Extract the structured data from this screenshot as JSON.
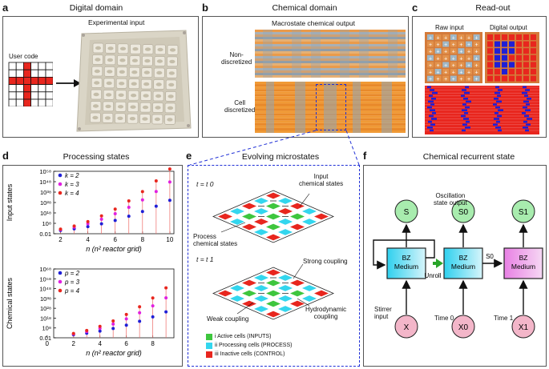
{
  "panels": {
    "a": {
      "label": "a",
      "title": "Digital domain",
      "subtitle": "Experimental input",
      "user_code": "User code"
    },
    "b": {
      "label": "b",
      "title": "Chemical domain",
      "subtitle": "Macrostate chemical output",
      "row1": "Non-\ndiscretized",
      "row2": "Cell\ndiscretized"
    },
    "c": {
      "label": "c",
      "title": "Read-out",
      "raw": "Raw input",
      "digital": "Digital output"
    },
    "d": {
      "label": "d",
      "title": "Processing states"
    },
    "e": {
      "label": "e",
      "title": "Evolving microstates",
      "t0": "t = t 0",
      "t1": "t = t 1",
      "input_states": "Input\nchemical states",
      "process_states": "Process\nchemical states",
      "strong": "Strong coupling",
      "weak": "Weak coupling",
      "hydro": "Hydrodynamic\ncoupling",
      "legend": [
        "i Active cells (INPUTS)",
        "ii Processing cells (PROCESS)",
        "iii Inactive cells (CONTROL)"
      ],
      "legend_colors": [
        "#3ec63e",
        "#33d6ee",
        "#e8261e"
      ]
    },
    "f": {
      "label": "f",
      "title": "Chemical recurrent state",
      "osc": "Oscillation\nstate output",
      "unroll": "Unroll",
      "s0_arrow": "S0",
      "nodes_top": [
        "S",
        "S0",
        "S1"
      ],
      "nodes_bottom": [
        "X",
        "X0",
        "X1"
      ],
      "boxes": [
        "BZ\nMedium",
        "BZ\nMedium",
        "BZ\nMedium"
      ],
      "captions": [
        "Stirrer\ninput",
        "Time 0",
        "Time 1"
      ]
    }
  },
  "chart_data": [
    {
      "type": "scatter",
      "title": "",
      "xlabel": "n (n² reactor grid)",
      "ylabel": "Input states",
      "log_y": true,
      "xlim": [
        1.5,
        10.3
      ],
      "ylim": [
        0.01,
        1e+58
      ],
      "xticks": [
        "2",
        "4",
        "6",
        "8",
        "10"
      ],
      "yticks": [
        "0.01",
        "10⁸",
        "10¹⁸",
        "10²⁸",
        "10³⁸",
        "10⁴⁸",
        "10⁵⁸"
      ],
      "x": [
        2,
        3,
        4,
        5,
        6,
        7,
        8,
        9,
        10
      ],
      "series": [
        {
          "name": "k = 2",
          "color": "#1f1fd6",
          "log10_values": [
            1.2,
            2.7,
            4.8,
            7.5,
            10.8,
            14.8,
            19.3,
            24.4,
            30.1
          ]
        },
        {
          "name": "k = 3",
          "color": "#e020e0",
          "log10_values": [
            1.9,
            4.3,
            7.6,
            11.9,
            17.2,
            23.4,
            30.5,
            38.6,
            47.7
          ]
        },
        {
          "name": "k = 4",
          "color": "#e8261e",
          "log10_values": [
            2.4,
            5.4,
            9.6,
            15.1,
            21.7,
            29.5,
            38.5,
            48.8,
            60.2
          ]
        }
      ]
    },
    {
      "type": "scatter",
      "title": "",
      "xlabel": "n (n² reactor grid)",
      "ylabel": "Chemical states",
      "log_y": true,
      "xlim": [
        0.5,
        9.6
      ],
      "ylim": [
        0.01,
        1e+68
      ],
      "xticks": [
        "0",
        "2",
        "4",
        "6",
        "8"
      ],
      "yticks": [
        "0.01",
        "10⁸",
        "10¹⁸",
        "10²⁸",
        "10³⁸",
        "10⁴⁸",
        "10⁵⁸",
        "10⁶⁸"
      ],
      "x": [
        2,
        3,
        4,
        5,
        6,
        7,
        8,
        9
      ],
      "series": [
        {
          "name": "p = 2",
          "color": "#1f1fd6",
          "log10_values": [
            1.2,
            2.7,
            4.8,
            7.5,
            10.8,
            14.8,
            19.3,
            24.4
          ]
        },
        {
          "name": "p = 3",
          "color": "#e020e0",
          "log10_values": [
            1.9,
            4.3,
            7.6,
            11.9,
            17.2,
            23.4,
            30.5,
            38.6
          ]
        },
        {
          "name": "p = 4",
          "color": "#e8261e",
          "log10_values": [
            2.4,
            5.4,
            9.6,
            15.1,
            21.7,
            29.5,
            38.5,
            48.8
          ]
        }
      ]
    }
  ],
  "colors": {
    "red": "#e8261e",
    "green": "#3ec63e",
    "cyan": "#33d6ee",
    "magenta": "#e020e0",
    "blue": "#1f1fd6",
    "orange": "#e8892a",
    "dashed": "#1f2fd6",
    "node_green": "#a8ecae",
    "node_pink": "#f3b6c9"
  }
}
